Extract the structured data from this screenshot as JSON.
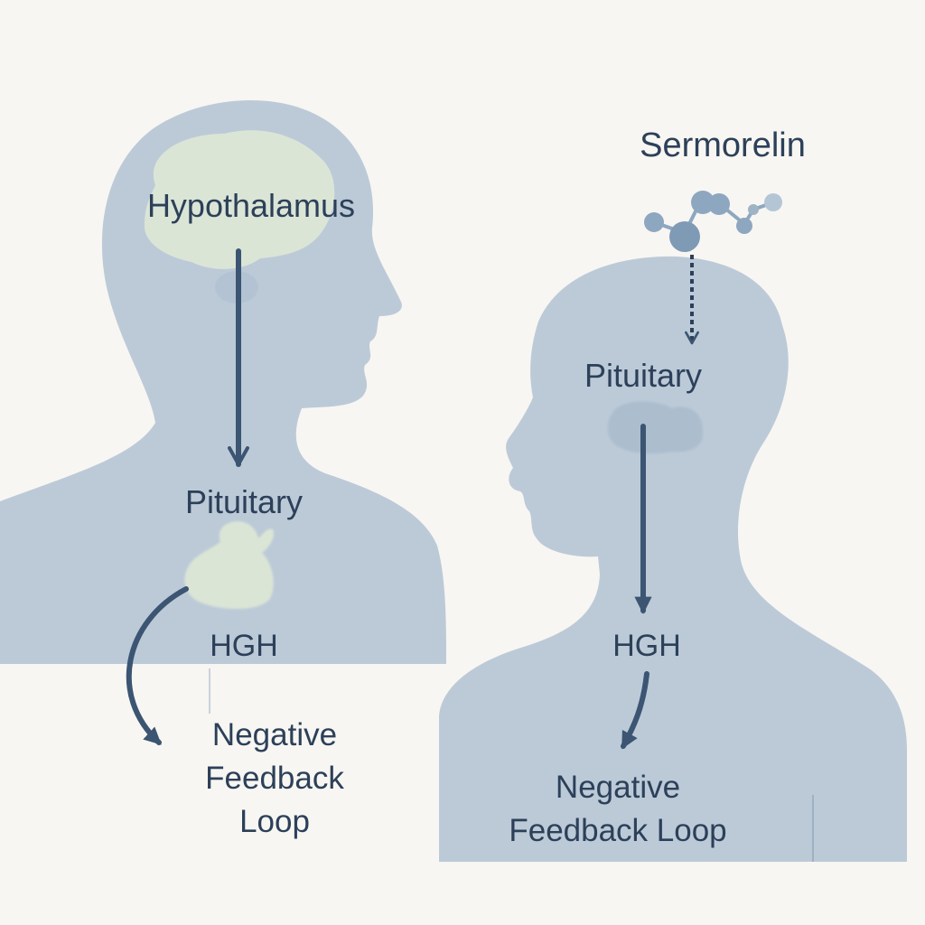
{
  "colors": {
    "background": "#f8f6f2",
    "silhouette": "#bccad8",
    "silhouette_shade": "#b1c1d1",
    "brain": "#dbe5d6",
    "gland": "#dbe5d6",
    "pituitary_blob": "#9fb3c6",
    "arrow": "#3b5572",
    "text": "#2c4059",
    "molecule": "#8ea7c0"
  },
  "left_figure": {
    "hypothalamus_label": "Hypothalamus",
    "pituitary_label": "Pituitary",
    "hgh_label": "HGH",
    "feedback_lines": [
      "Negative",
      "Feedback",
      "Loop"
    ]
  },
  "right_figure": {
    "drug_label": "Sermorelin",
    "pituitary_label": "Pituitary",
    "hgh_label": "HGH",
    "feedback_lines": [
      "Negative",
      "Feedback Loop"
    ]
  }
}
